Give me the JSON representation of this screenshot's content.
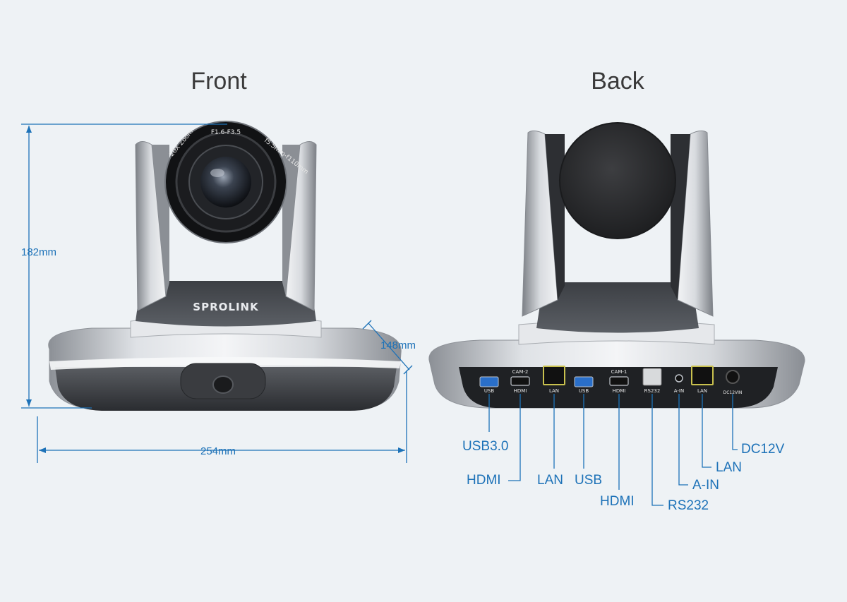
{
  "front": {
    "heading": "Front",
    "brand": "SPROLINK",
    "lens_ring": [
      "F1.6-F3.5",
      "f5.5mm-f110mm",
      "20X Zoom"
    ],
    "dims": {
      "height": "182mm",
      "depth": "148mm",
      "width": "254mm"
    }
  },
  "back": {
    "heading": "Back",
    "panel_labels": [
      "USB",
      "CAM-2",
      "HDMI",
      "LAN",
      "USB",
      "CAM-1",
      "HDMI",
      "RS232",
      "A-IN",
      "LAN",
      "DC12VIN"
    ],
    "ports": [
      "USB3.0",
      "HDMI",
      "LAN",
      "USB",
      "HDMI",
      "RS232",
      "A-IN",
      "LAN",
      "DC12V"
    ]
  },
  "colors": {
    "accent": "#1d72b8",
    "background": "#eef2f5"
  }
}
